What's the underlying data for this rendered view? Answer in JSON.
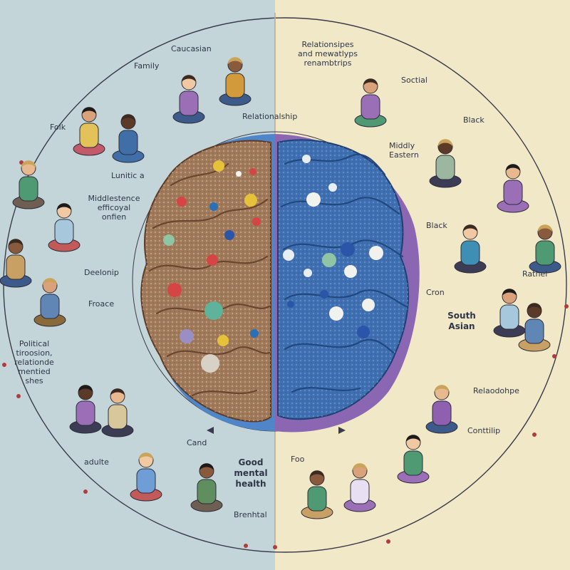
{
  "colors": {
    "frame": "#dcdcc7",
    "left_panel": "#c3d5d9",
    "right_panel": "#f1e8c8",
    "left_brain": "#a0795a",
    "right_brain": "#3f6fb0",
    "backing_blue": "#4f86c9",
    "backing_purple": "#8b67b3",
    "orbit": "#3a3a4a"
  },
  "labels": {
    "caucasian": "Caucasian",
    "family": "Family",
    "relationships_title": "Relationsipes\nand mewatlyps\nrenambtrips",
    "social": "Soctial",
    "relationship_top": "Relationalship",
    "folk": "Folk",
    "black_1": "Black",
    "middly_eastern": "Middly\nEastern",
    "lunitic": "Lunitic a",
    "middlestence": "Middlestence\nefficoyal\nonfien",
    "black_2": "Black",
    "deelonip": "Deelonip",
    "rathel": "Rathel",
    "froace": "Froace",
    "cron": "Cron",
    "south_asian": "South\nAsian",
    "political": "Political\ntiroosion,\nrelationde\nmentied\nshes",
    "relationdope": "Relaodohpe",
    "cand": "Cand",
    "good_mental_health": "Good\nmental\nhealth",
    "conttilip": "Conttilip",
    "adulte": "adulte",
    "foo": "Foo",
    "brenhtal": "Brenhtal"
  }
}
